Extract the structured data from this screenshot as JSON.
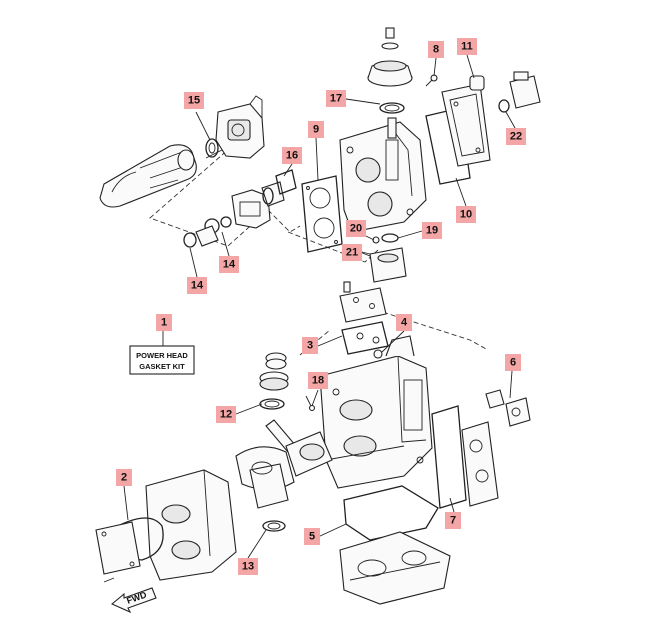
{
  "kit_label": {
    "line1": "POWER HEAD",
    "line2": "GASKET KIT"
  },
  "fwd_label": "FWD",
  "callouts": {
    "c1": "1",
    "c2": "2",
    "c3": "3",
    "c4": "4",
    "c5": "5",
    "c6": "6",
    "c7": "7",
    "c8": "8",
    "c9": "9",
    "c10": "10",
    "c11": "11",
    "c12": "12",
    "c13": "13",
    "c14a": "14",
    "c14b": "14",
    "c15": "15",
    "c16": "16",
    "c17": "17",
    "c18": "18",
    "c19": "19",
    "c20": "20",
    "c21": "21",
    "c22": "22"
  }
}
